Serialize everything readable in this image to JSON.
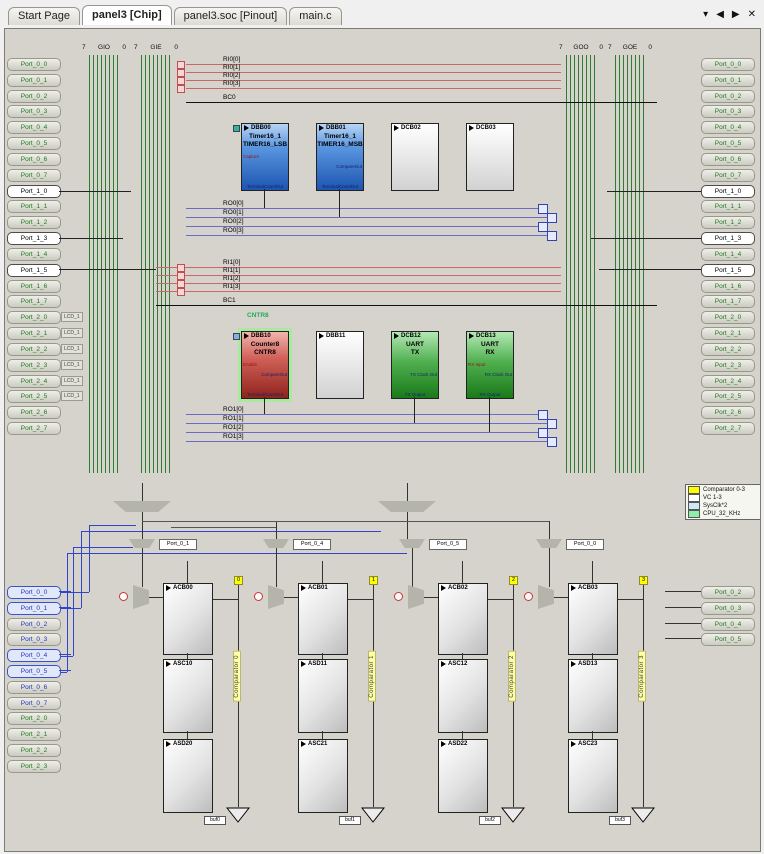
{
  "tab_bar": {
    "tabs": [
      {
        "label": "Start Page",
        "active": false
      },
      {
        "label": "panel3 [Chip]",
        "active": true
      },
      {
        "label": "panel3.soc [Pinout]",
        "active": false
      },
      {
        "label": "main.c",
        "active": false
      }
    ],
    "controls": {
      "menu": "▾",
      "back": "◀",
      "forward": "▶",
      "close": "✕"
    }
  },
  "buses": [
    {
      "name": "GIO",
      "hi": "7",
      "lo": "0"
    },
    {
      "name": "GIE",
      "hi": "7",
      "lo": "0"
    },
    {
      "name": "GOO",
      "hi": "7",
      "lo": "0"
    },
    {
      "name": "GOE",
      "hi": "7",
      "lo": "0"
    }
  ],
  "top_left_ports": [
    {
      "label": "Port_0_0",
      "style": "green"
    },
    {
      "label": "Port_0_1",
      "style": "green"
    },
    {
      "label": "Port_0_2",
      "style": "green"
    },
    {
      "label": "Port_0_3",
      "style": "green"
    },
    {
      "label": "Port_0_4",
      "style": "green"
    },
    {
      "label": "Port_0_5",
      "style": "green"
    },
    {
      "label": "Port_0_6",
      "style": "green"
    },
    {
      "label": "Port_0_7",
      "style": "green"
    },
    {
      "label": "Port_1_0",
      "style": "white"
    },
    {
      "label": "Port_1_1",
      "style": "green"
    },
    {
      "label": "Port_1_2",
      "style": "green"
    },
    {
      "label": "Port_1_3",
      "style": "white"
    },
    {
      "label": "Port_1_4",
      "style": "green"
    },
    {
      "label": "Port_1_5",
      "style": "white"
    },
    {
      "label": "Port_1_6",
      "style": "green"
    },
    {
      "label": "Port_1_7",
      "style": "green"
    },
    {
      "label": "Port_2_0",
      "style": "green",
      "tag": "LCD_1"
    },
    {
      "label": "Port_2_1",
      "style": "green",
      "tag": "LCD_1"
    },
    {
      "label": "Port_2_2",
      "style": "green",
      "tag": "LCD_1"
    },
    {
      "label": "Port_2_3",
      "style": "green",
      "tag": "LCD_1"
    },
    {
      "label": "Port_2_4",
      "style": "green",
      "tag": "LCD_1"
    },
    {
      "label": "Port_2_5",
      "style": "green",
      "tag": "LCD_1"
    },
    {
      "label": "Port_2_6",
      "style": "green"
    },
    {
      "label": "Port_2_7",
      "style": "green"
    }
  ],
  "top_right_ports": [
    {
      "label": "Port_0_0",
      "style": "green"
    },
    {
      "label": "Port_0_1",
      "style": "green"
    },
    {
      "label": "Port_0_2",
      "style": "green"
    },
    {
      "label": "Port_0_3",
      "style": "green"
    },
    {
      "label": "Port_0_4",
      "style": "green"
    },
    {
      "label": "Port_0_5",
      "style": "green"
    },
    {
      "label": "Port_0_6",
      "style": "green"
    },
    {
      "label": "Port_0_7",
      "style": "green"
    },
    {
      "label": "Port_1_0",
      "style": "white"
    },
    {
      "label": "Port_1_1",
      "style": "green"
    },
    {
      "label": "Port_1_2",
      "style": "green"
    },
    {
      "label": "Port_1_3",
      "style": "white"
    },
    {
      "label": "Port_1_4",
      "style": "green"
    },
    {
      "label": "Port_1_5",
      "style": "white"
    },
    {
      "label": "Port_1_6",
      "style": "green"
    },
    {
      "label": "Port_1_7",
      "style": "green"
    },
    {
      "label": "Port_2_0",
      "style": "green"
    },
    {
      "label": "Port_2_1",
      "style": "green"
    },
    {
      "label": "Port_2_2",
      "style": "green"
    },
    {
      "label": "Port_2_3",
      "style": "green"
    },
    {
      "label": "Port_2_4",
      "style": "green"
    },
    {
      "label": "Port_2_5",
      "style": "green"
    },
    {
      "label": "Port_2_6",
      "style": "green"
    },
    {
      "label": "Port_2_7",
      "style": "green"
    }
  ],
  "digital_rows": [
    {
      "inputs": [
        "RI0[0]",
        "RI0[1]",
        "RI0[2]",
        "RI0[3]"
      ],
      "broadcast": "BC0",
      "outputs": [
        "RO0[0]",
        "RO0[1]",
        "RO0[2]",
        "RO0[3]"
      ],
      "blocks": [
        {
          "id": "DBB00",
          "style": "blue",
          "lines": [
            "Timer16_1",
            "TIMER16_LSB"
          ],
          "pins": {
            "left": "Capture",
            "bottom": "TerminalCountOut"
          },
          "indicator_color": "#2fb3a3"
        },
        {
          "id": "DBB01",
          "style": "blue",
          "lines": [
            "Timer16_1",
            "TIMER16_MSB"
          ],
          "pins": {
            "right": "CompareOut",
            "bottom": "TerminalCountOut"
          }
        },
        {
          "id": "DCB02",
          "style": "white",
          "lines": []
        },
        {
          "id": "DCB03",
          "style": "white",
          "lines": []
        }
      ]
    },
    {
      "inputs": [
        "RI1[0]",
        "RI1[1]",
        "RI1[2]",
        "RI1[3]"
      ],
      "broadcast": "BC1",
      "outputs": [
        "RO1[0]",
        "RO1[1]",
        "RO1[2]",
        "RO1[3]"
      ],
      "selected_instance": "CNTR8",
      "blocks": [
        {
          "id": "DBB10",
          "style": "red",
          "selected": true,
          "lines": [
            "Counter8",
            "CNTR8"
          ],
          "pins": {
            "left": "Enable",
            "right": "CompareOut",
            "bottom": "TerminalCountOut"
          },
          "indicator_color": "#7fb3e8"
        },
        {
          "id": "DBB11",
          "style": "white",
          "lines": []
        },
        {
          "id": "DCB12",
          "style": "green",
          "lines": [
            "UART",
            "TX"
          ],
          "pins": {
            "right": "TX Clock Out",
            "bottom": "TX Output"
          }
        },
        {
          "id": "DCB13",
          "style": "green",
          "lines": [
            "UART",
            "RX"
          ],
          "pins": {
            "left": "RX Input",
            "right": "RX Clock Out",
            "bottom": "RX Output"
          }
        }
      ]
    }
  ],
  "legend": [
    {
      "label": "Comparator 0-3",
      "color": "#ffff00"
    },
    {
      "label": "VC 1-3",
      "color": "#ffffff"
    },
    {
      "label": "SysClk*2",
      "color": "#cde8f6"
    },
    {
      "label": "CPU_32_KHz",
      "color": "#8ef0a8"
    }
  ],
  "analog": {
    "input_selects": [
      "Port_0_1",
      "Port_0_4",
      "Port_0_5",
      "Port_0_0"
    ],
    "columns": [
      {
        "bus_index": "0",
        "blocks": [
          "ACB00",
          "ASC10",
          "ASD20"
        ],
        "comparator": "Comparator 0",
        "buffer": "buf0"
      },
      {
        "bus_index": "1",
        "blocks": [
          "ACB01",
          "ASD11",
          "ASC21"
        ],
        "comparator": "Comparator 1",
        "buffer": "buf1"
      },
      {
        "bus_index": "2",
        "blocks": [
          "ACB02",
          "ASC12",
          "ASD22"
        ],
        "comparator": "Comparator 2",
        "buffer": "buf2"
      },
      {
        "bus_index": "3",
        "blocks": [
          "ACB03",
          "ASD13",
          "ASC23"
        ],
        "comparator": "Comparator 3",
        "buffer": "buf3"
      }
    ],
    "bottom_left_ports": [
      {
        "label": "Port_0_0",
        "style": "blue",
        "selected": true
      },
      {
        "label": "Port_0_1",
        "style": "blue",
        "selected": true
      },
      {
        "label": "Port_0_2",
        "style": "blue"
      },
      {
        "label": "Port_0_3",
        "style": "blue"
      },
      {
        "label": "Port_0_4",
        "style": "blue",
        "selected": true
      },
      {
        "label": "Port_0_5",
        "style": "blue",
        "selected": true
      },
      {
        "label": "Port_0_6",
        "style": "blue"
      },
      {
        "label": "Port_0_7",
        "style": "blue"
      },
      {
        "label": "Port_2_0",
        "style": "green"
      },
      {
        "label": "Port_2_1",
        "style": "green"
      },
      {
        "label": "Port_2_2",
        "style": "green"
      },
      {
        "label": "Port_2_3",
        "style": "green"
      }
    ],
    "bottom_right_ports": [
      "Port_0_2",
      "Port_0_3",
      "Port_0_4",
      "Port_0_5"
    ]
  }
}
